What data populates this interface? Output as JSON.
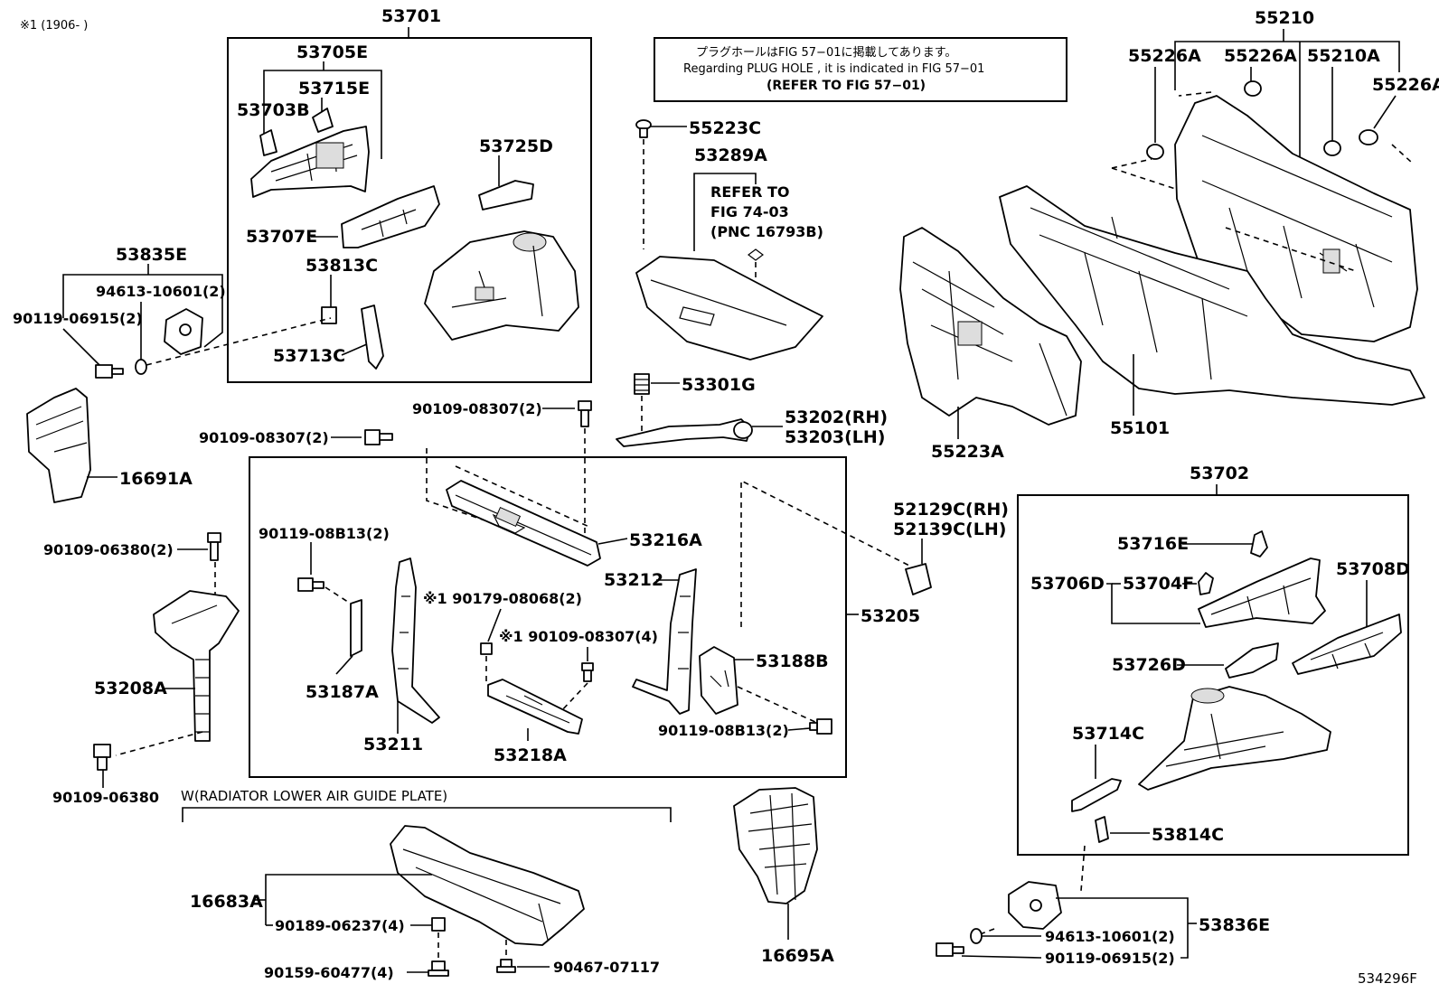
{
  "header": {
    "note": "※1 (1906-        )"
  },
  "footer": {
    "code": "534296F"
  },
  "notice": {
    "line1": "プラグホールはFIG 57−01に掲載してあります。",
    "line2": "Regarding  PLUG HOLE , it is indicated in FIG  57−01",
    "line3": "(REFER TO FIG 57−01)"
  },
  "refer": {
    "line1": "REFER TO",
    "line2": "FIG 74-03",
    "line3": "(PNC 16793B)"
  },
  "group_label": "W(RADIATOR LOWER AIR GUIDE PLATE)",
  "labels": {
    "p53701": "53701",
    "p53705E": "53705E",
    "p53715E": "53715E",
    "p53703B": "53703B",
    "p53725D": "53725D",
    "p53707E": "53707E",
    "p53813C": "53813C",
    "p53713C": "53713C",
    "p53835E": "53835E",
    "p94613a": "94613-10601(2)",
    "p90119a": "90119-06915(2)",
    "p16691A": "16691A",
    "p90109_06380_2": "90109-06380(2)",
    "p53208A": "53208A",
    "p90109_06380": "90109-06380",
    "p55223C": "55223C",
    "p53289A": "53289A",
    "p53301G": "53301G",
    "p53202": "53202(RH)",
    "p53203": "53203(LH)",
    "p90109_08307a": "90109-08307(2)",
    "p90109_08307b": "90109-08307(2)",
    "p90119_08B13a": "90119-08B13(2)",
    "p53216A": "53216A",
    "p53212": "53212",
    "p90179": "※1 90179-08068(2)",
    "p90109_08307c": "※1 90109-08307(4)",
    "p53188B": "53188B",
    "p53187A": "53187A",
    "p53211": "53211",
    "p53218A": "53218A",
    "p90119_08B13b": "90119-08B13(2)",
    "p53205": "53205",
    "p52129C": "52129C(RH)",
    "p52139C": "52139C(LH)",
    "p55210": "55210",
    "p55226A_1": "55226A",
    "p55226A_2": "55226A",
    "p55210A": "55210A",
    "p55226A_3": "55226A",
    "p55223A": "55223A",
    "p55101": "55101",
    "p53702": "53702",
    "p53716E": "53716E",
    "p53706D": "53706D",
    "p53704F": "53704F",
    "p53708D": "53708D",
    "p53726D": "53726D",
    "p53714C": "53714C",
    "p53814C": "53814C",
    "p94613b": "94613-10601(2)",
    "p90119b": "90119-06915(2)",
    "p53836E": "53836E",
    "p16683A": "16683A",
    "p90189": "90189-06237(4)",
    "p90159": "90159-60477(4)",
    "p90467": "90467-07117",
    "p16695A": "16695A"
  }
}
